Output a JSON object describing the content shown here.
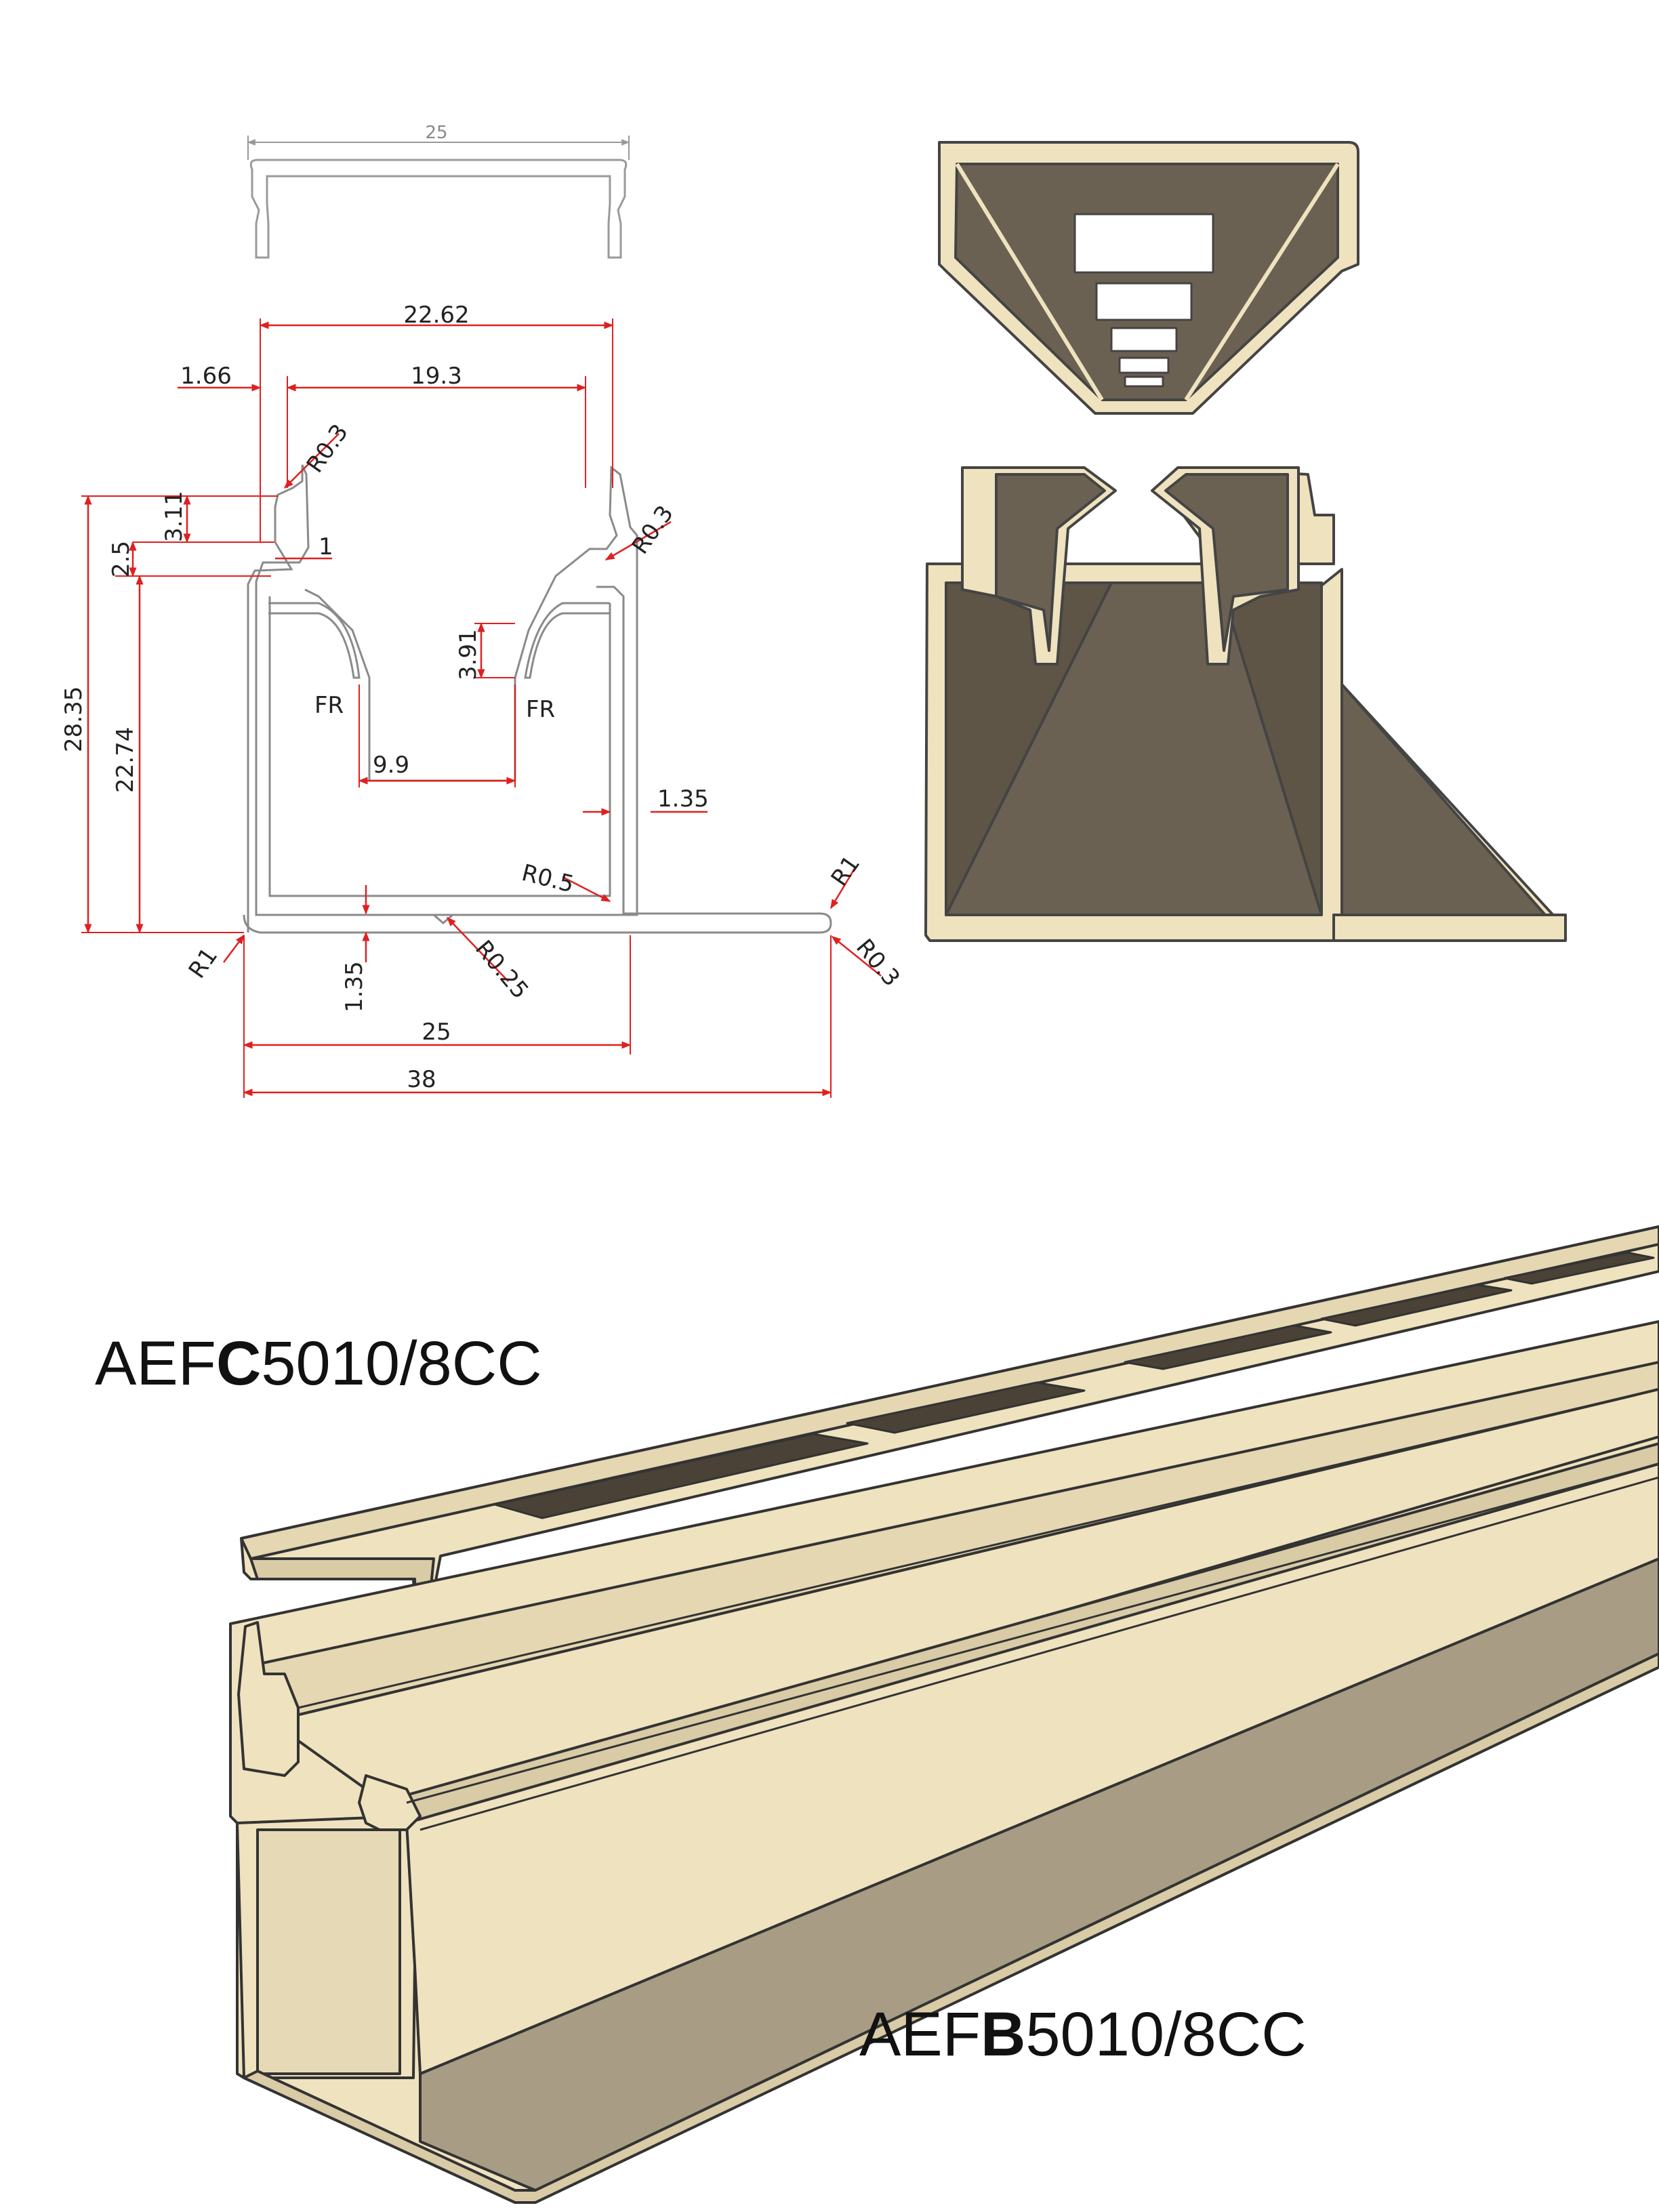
{
  "drawing": {
    "cover_width": "25",
    "dims": {
      "inner_width": "22.62",
      "lip_offset": "1.66",
      "opening": "19.3",
      "r_lip_left": "R0.3",
      "r_lip_right": "R0.3",
      "lip_height": "3.11",
      "lip_thickness": "1",
      "step": "2.5",
      "total_height": "28.35",
      "wall_height": "22.74",
      "fin_height": "3.91",
      "fr_left": "FR",
      "fr_right": "FR",
      "fin_gap": "9.9",
      "wall_thickness": "1.35",
      "r_inner_corner": "R0.5",
      "r_flange_top": "R1",
      "r_bottom_left": "R1",
      "base_thickness": "1.35",
      "r_groove": "R0.25",
      "r_flange_end": "R0.3",
      "channel_width": "25",
      "overall_width": "38"
    }
  },
  "captions": {
    "cover": {
      "prefix": "AEF",
      "mid": "C",
      "suffix": "5010/8CC"
    },
    "base": {
      "prefix": "AEF",
      "mid": "B",
      "suffix": "5010/8CC"
    }
  },
  "colors": {
    "beige": "#EFE2BE",
    "beige_shade": "#D8CBA6",
    "dark": "#6B6152",
    "shadow": "#A89C84",
    "dim_red": "#E02020",
    "outline": "#444444"
  }
}
